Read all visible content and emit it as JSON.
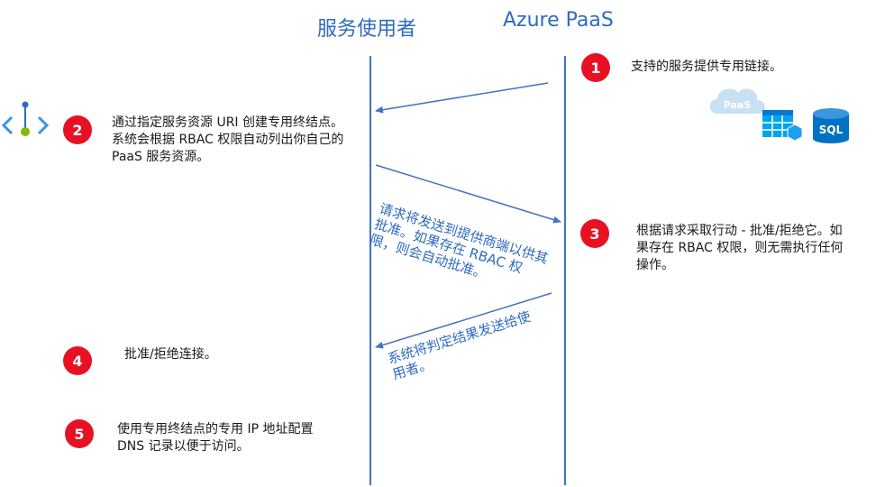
{
  "columns": {
    "consumer": "服务使用者",
    "provider": "Azure PaaS"
  },
  "colors": {
    "badge": "#e81123",
    "line": "#4472c4",
    "title": "#2e6bbf",
    "sql_icon": "#0072c6",
    "cloud": "#c7e0f4"
  },
  "steps": [
    {
      "number": "1",
      "text": "支持的服务提供专用链接。"
    },
    {
      "number": "2",
      "text": "通过指定服务资源 URI 创建专用终结点。系统会根据 RBAC 权限自动列出你自己的 PaaS 服务资源。"
    },
    {
      "number": "3",
      "text": "根据请求采取行动 - 批准/拒绝它。如果存在 RBAC 权限，则无需执行任何操作。"
    },
    {
      "number": "4",
      "text": "批准/拒绝连接。"
    },
    {
      "number": "5",
      "text": "使用专用终结点的专用 IP 地址配置 DNS 记录以便于访问。"
    }
  ],
  "arrow_labels": {
    "request": "请求将发送到提供商端以供其批准。如果存在 RBAC 权限，则会自动批准。",
    "result": "系统将判定结果发送给使用者。"
  },
  "icons": {
    "paas_cloud_label": "PaaS",
    "sql_label": "SQL",
    "private_link": "private-link-icon",
    "storage": "storage-table-icon",
    "sql": "sql-database-icon"
  }
}
